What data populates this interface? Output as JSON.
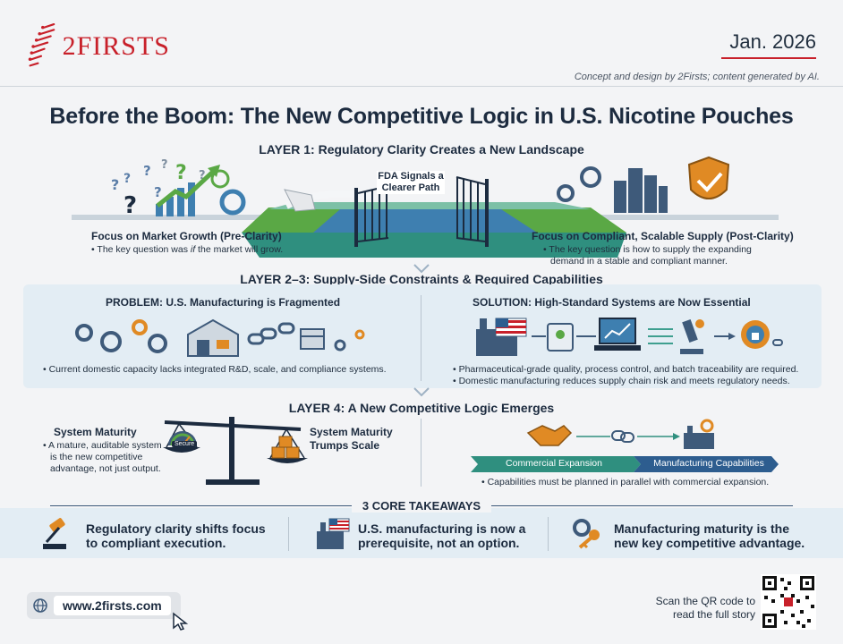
{
  "brand": {
    "name": "2FIRSTS",
    "accent": "#c8202a"
  },
  "header": {
    "date": "Jan. 2026",
    "credit": "Concept and design by 2Firsts; content generated by AI."
  },
  "title": "Before the Boom: The New Competitive Logic in U.S. Nicotine Pouches",
  "layer1": {
    "title": "LAYER 1: Regulatory Clarity Creates a New Landscape",
    "gate_label_1": "FDA Signals a",
    "gate_label_2": "Clearer Path",
    "left_head": "Focus on Market Growth (Pre-Clarity)",
    "left_bullet_pre": "• The key question was ",
    "left_bullet_em": "if",
    "left_bullet_post": " the market will grow.",
    "right_head": "Focus on Compliant, Scalable Supply (Post-Clarity)",
    "right_bullet_1": "• The key question is how to supply the expanding",
    "right_bullet_2": "demand in a stable and compliant manner."
  },
  "layer23": {
    "title": "LAYER 2–3: Supply-Side Constraints & Required Capabilities",
    "problem_head": "PROBLEM: U.S. Manufacturing is Fragmented",
    "problem_bullet": "• Current domestic capacity lacks integrated R&D, scale, and compliance systems.",
    "solution_head": "SOLUTION: High-Standard Systems are Now Essential",
    "solution_bullet_1": "• Pharmaceutical-grade quality, process control, and batch traceability are required.",
    "solution_bullet_2": "• Domestic manufacturing reduces supply chain risk and meets regulatory needs."
  },
  "layer4": {
    "title": "LAYER 4: A New Competitive Logic Emerges",
    "maturity_head": "System Maturity",
    "maturity_bullet_1": "• A mature, auditable system",
    "maturity_bullet_2": "is the new competitive",
    "maturity_bullet_3": "advantage, not just output.",
    "gauge_label": "Secure",
    "trumps_1": "System Maturity",
    "trumps_2": "Trumps Scale",
    "seg_left": "Commercial Expansion",
    "seg_right": "Manufacturing Capabilities",
    "parallel_bullet": "• Capabilities must be planned in parallel with commercial expansion."
  },
  "takeaways": {
    "title": "3 CORE TAKEAWAYS",
    "items": [
      {
        "line1": "Regulatory clarity shifts focus",
        "line2": "to compliant execution.",
        "icon": "gavel-icon"
      },
      {
        "line1": "U.S. manufacturing is now a",
        "line2": "prerequisite, not an option.",
        "icon": "us-factory-icon"
      },
      {
        "line1": "Manufacturing maturity is the",
        "line2": "new key competitive advantage.",
        "icon": "gear-key-icon"
      }
    ]
  },
  "footer": {
    "url": "www.2firsts.com",
    "scan_1": "Scan the QR code to",
    "scan_2": "read the full story"
  },
  "colors": {
    "navy": "#1c2b3f",
    "teal": "#2f8f7f",
    "blue": "#2d5d8f",
    "green": "#5aa845",
    "orange": "#e08a24",
    "panel": "#e3edf4"
  }
}
